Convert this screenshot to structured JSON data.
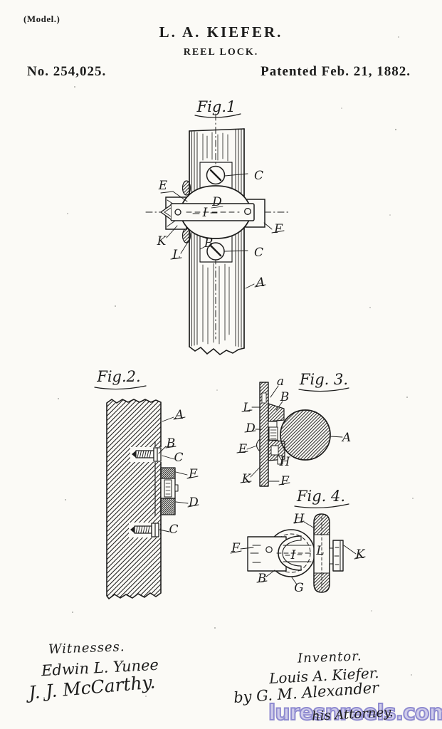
{
  "header": {
    "model_note": "(Model.)",
    "inventor_line": "L. A. KIEFER.",
    "invention_title": "REEL LOCK.",
    "patent_number": "No. 254,025.",
    "patent_date": "Patented Feb. 21, 1882."
  },
  "figures": {
    "fig1": {
      "title": "Fig.1",
      "labels": {
        "C_upper": "C",
        "E": "E",
        "D": "D",
        "I": "I",
        "F": "F",
        "K": "K",
        "B": "B",
        "L": "L",
        "C_lower": "C",
        "A": "A"
      }
    },
    "fig2": {
      "title": "Fig.2.",
      "labels": {
        "A": "A",
        "B": "B",
        "C_upper": "C",
        "F": "F",
        "D": "D",
        "C_lower": "C"
      }
    },
    "fig3": {
      "title": "Fig. 3.",
      "labels": {
        "a": "a",
        "L": "L",
        "B": "B",
        "D": "D",
        "E": "E",
        "H": "H",
        "K": "K",
        "F": "F",
        "A": "A"
      }
    },
    "fig4": {
      "title": "Fig. 4.",
      "labels": {
        "H": "H",
        "F": "F",
        "I": "I",
        "L": "L",
        "K": "K",
        "B": "B",
        "G": "G"
      }
    }
  },
  "signatures": {
    "witnesses_heading": "Witnesses.",
    "witness_1": "Edwin L. Yunee",
    "witness_2": "J. J. McCarthy.",
    "inventor_heading": "Inventor.",
    "inventor_name": "Louis A. Kiefer.",
    "attorney_by": "by G. M. Alexander",
    "attorney_title": "his Attorney."
  },
  "watermark": {
    "text": "luresnreels.com",
    "fill_color": "#cfccea",
    "outline_color": "#8f8bd0"
  },
  "ink_color": "#1d1d1c",
  "paper_color": "#fbfaf6"
}
